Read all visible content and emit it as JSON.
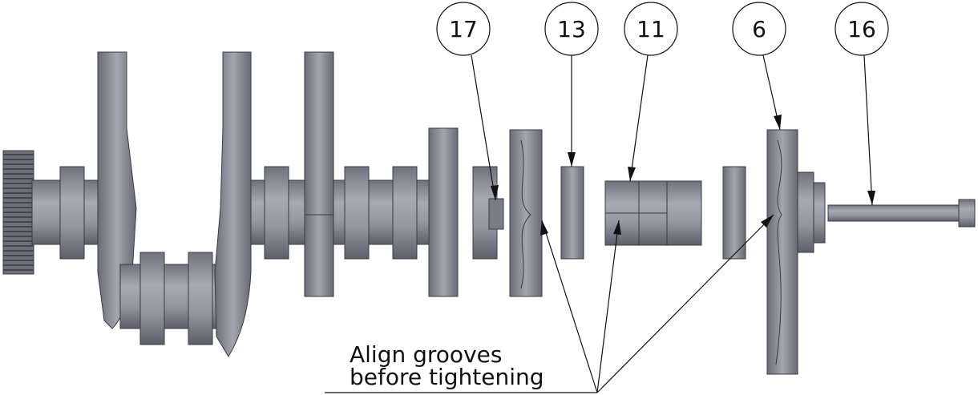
{
  "balloons": [
    {
      "label": "17"
    },
    {
      "label": "13"
    },
    {
      "label": "11"
    },
    {
      "label": "6"
    },
    {
      "label": "16"
    }
  ],
  "note": {
    "line1": "Align grooves",
    "line2": "before tightening"
  },
  "colors": {
    "part_light": "#9a9ca8",
    "part_mid": "#7d7f8b",
    "part_dark": "#5e606b",
    "line": "#111111"
  }
}
